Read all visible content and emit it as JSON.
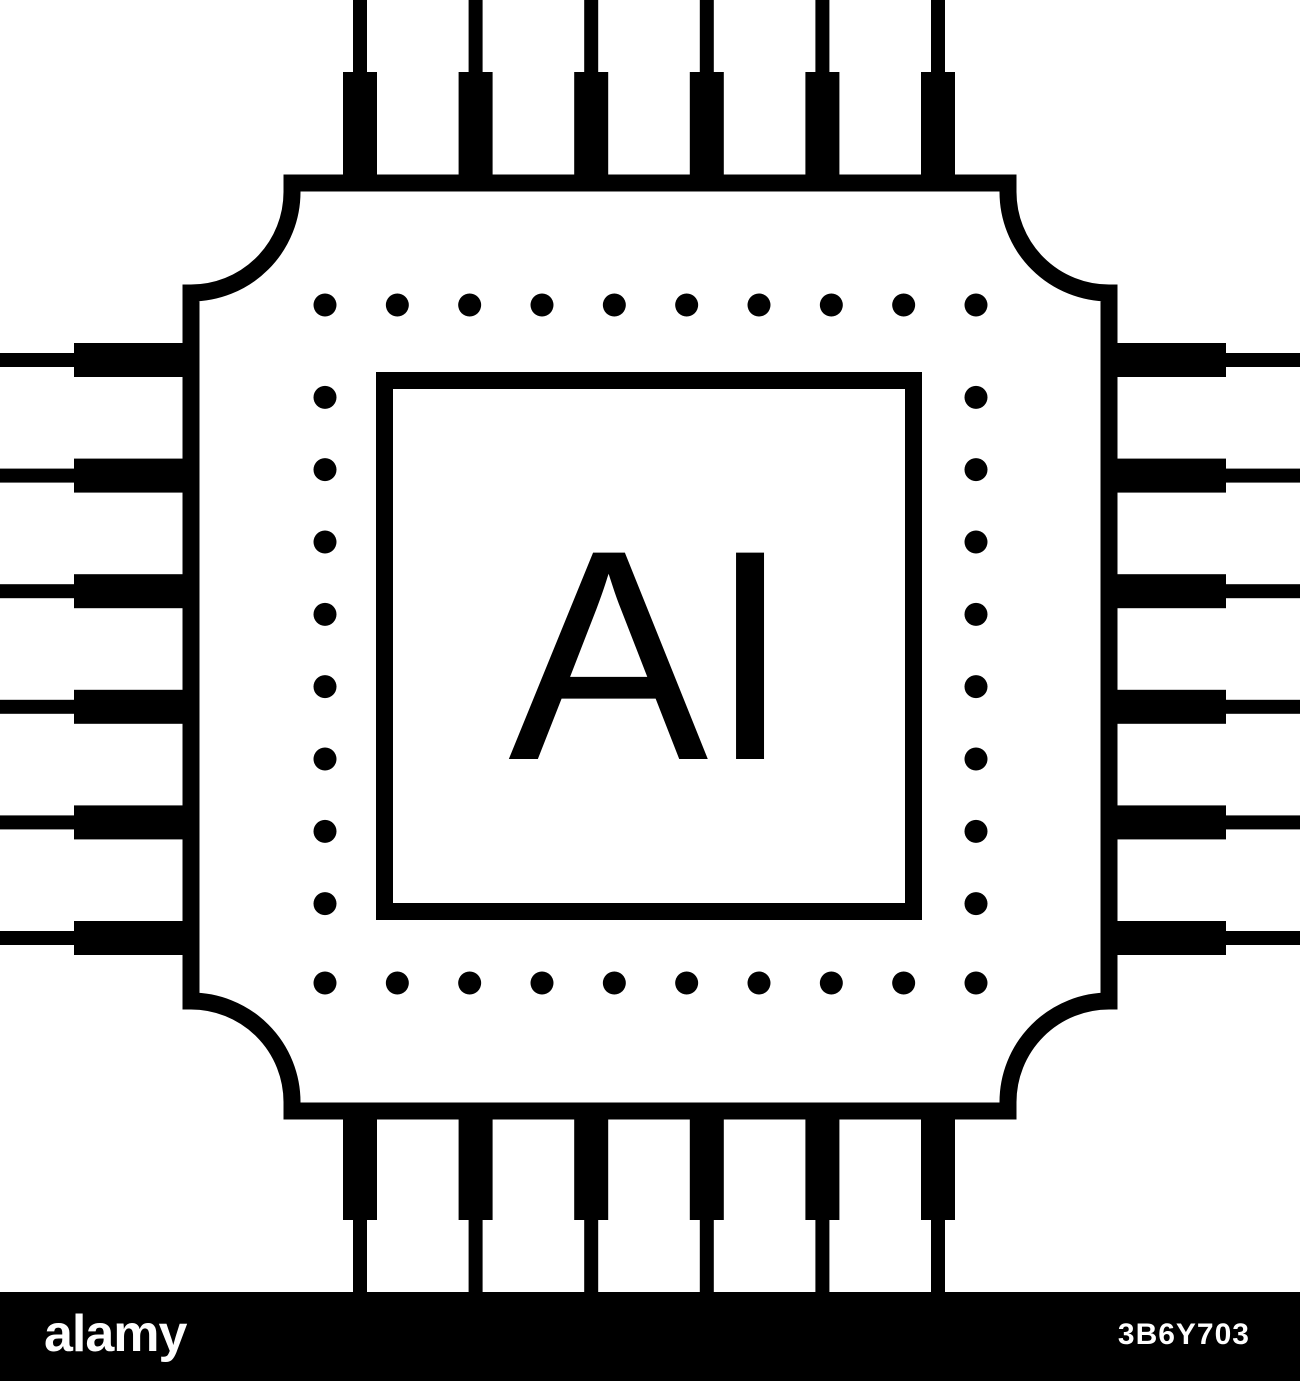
{
  "icon": {
    "name": "ai-chip-icon",
    "label": "AI",
    "pins_per_side": 6,
    "dots_per_side": 10,
    "colors": {
      "stroke": "#000000",
      "background": "#ffffff"
    }
  },
  "watermark": {
    "logo": "alamy",
    "image_id": "3B6Y703",
    "bar_color": "#000000",
    "text_color": "#ffffff"
  }
}
